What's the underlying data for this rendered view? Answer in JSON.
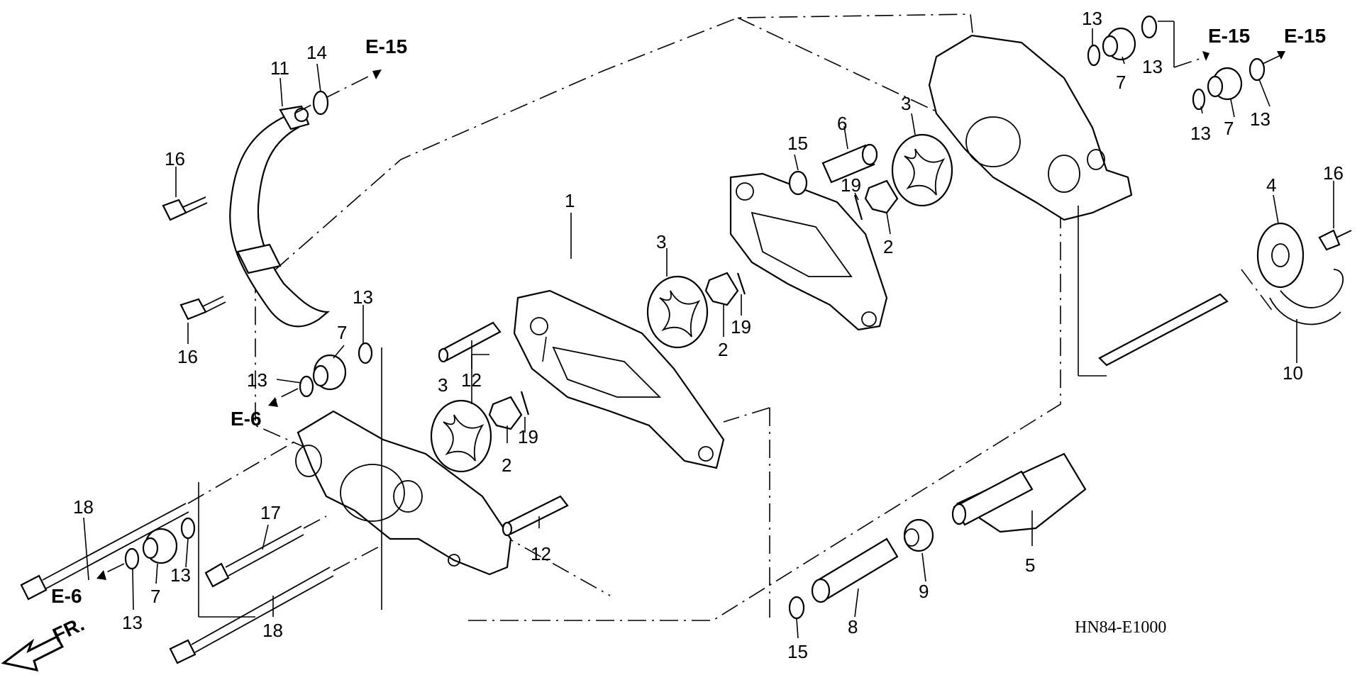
{
  "diagram": {
    "code": "HN84-E1000",
    "front_label": "FR.",
    "refs": {
      "e15": "E-15",
      "e6": "E-6"
    },
    "callouts": {
      "c1": "1",
      "c2a": "2",
      "c2b": "2",
      "c2c": "2",
      "c3a": "3",
      "c3b": "3",
      "c3c": "3",
      "c4": "4",
      "c5": "5",
      "c6": "6",
      "c7a": "7",
      "c7b": "7",
      "c7c": "7",
      "c7d": "7",
      "c8": "8",
      "c9": "9",
      "c10": "10",
      "c11": "11",
      "c12a": "12",
      "c12b": "12",
      "c13a": "13",
      "c13b": "13",
      "c13c": "13",
      "c13d": "13",
      "c13e": "13",
      "c13f": "13",
      "c13g": "13",
      "c13h": "13",
      "c14": "14",
      "c15a": "15",
      "c15b": "15",
      "c16a": "16",
      "c16b": "16",
      "c16c": "16",
      "c17": "17",
      "c18a": "18",
      "c18b": "18",
      "c19a": "19",
      "c19b": "19",
      "c19c": "19"
    }
  }
}
